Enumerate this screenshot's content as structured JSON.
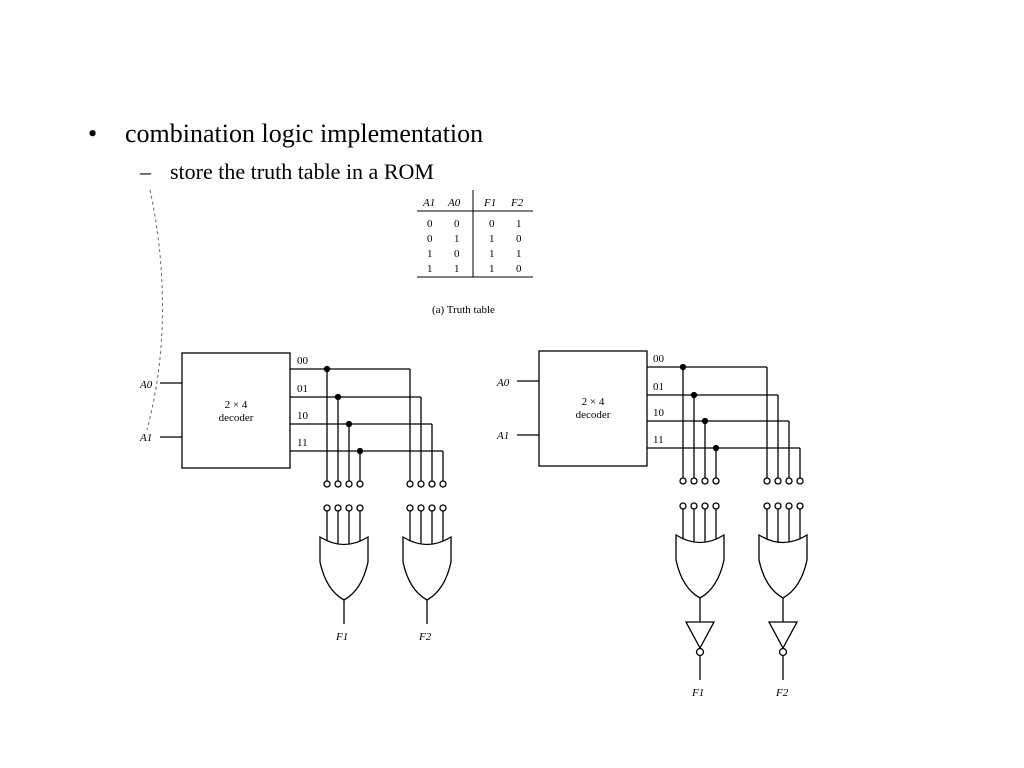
{
  "slide": {
    "bullet": "combination logic implementation",
    "sub_bullet": "store the truth table in a ROM"
  },
  "truth_table": {
    "headers": [
      "A1",
      "A0",
      "F1",
      "F2"
    ],
    "rows": [
      [
        "0",
        "0",
        "0",
        "1"
      ],
      [
        "0",
        "1",
        "1",
        "0"
      ],
      [
        "1",
        "0",
        "1",
        "1"
      ],
      [
        "1",
        "1",
        "1",
        "0"
      ]
    ],
    "caption": "(a) Truth table"
  },
  "circuit_left": {
    "decoder_line1": "2 × 4",
    "decoder_line2": "decoder",
    "input_a0": "A0",
    "input_a1": "A1",
    "outputs": [
      "00",
      "01",
      "10",
      "11"
    ],
    "f1": "F1",
    "f2": "F2"
  },
  "circuit_right": {
    "decoder_line1": "2 × 4",
    "decoder_line2": "decoder",
    "input_a0": "A0",
    "input_a1": "A1",
    "outputs": [
      "00",
      "01",
      "10",
      "11"
    ],
    "f1": "F1",
    "f2": "F2"
  }
}
